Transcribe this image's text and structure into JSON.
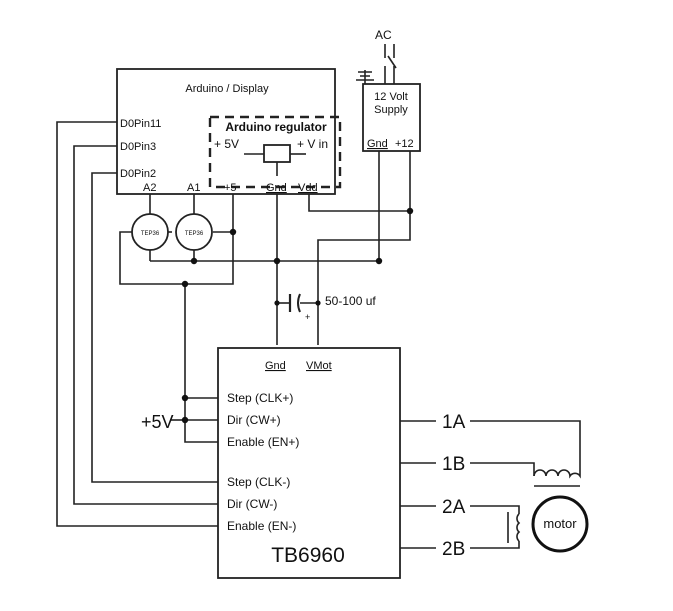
{
  "ac_label": "AC",
  "supply": {
    "line1": "12 Volt",
    "line2": "Supply",
    "gnd": "Gnd",
    "plus12": "+12"
  },
  "arduino": {
    "title": "Arduino / Display",
    "regulator": "Arduino regulator",
    "plus5v": "+ 5V",
    "vin": "+ V in",
    "pins": [
      "D0Pin11",
      "D0Pin3",
      "D0Pin2"
    ],
    "a2": "A2",
    "a1": "A1",
    "plus5": "+5",
    "gnd": "Gnd",
    "vdd": "Vdd"
  },
  "sensor_text": "TEP36",
  "capacitor": "50-100 uf",
  "plus5v_label": "+5V",
  "driver": {
    "name": "TB6960",
    "gnd": "Gnd",
    "vmot": "VMot",
    "inputs": [
      "Step (CLK+)",
      "Dir (CW+)",
      "Enable (EN+)",
      "Step (CLK-)",
      "Dir (CW-)",
      "Enable (EN-)"
    ],
    "outputs": [
      "1A",
      "1B",
      "2A",
      "2B"
    ]
  },
  "motor_label": "motor"
}
